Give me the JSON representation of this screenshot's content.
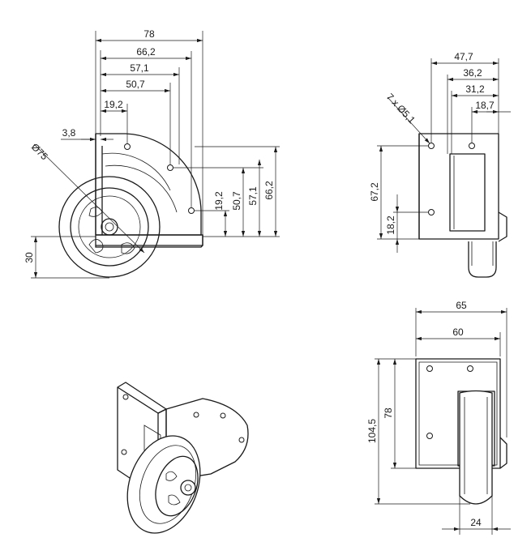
{
  "front_view": {
    "dims": {
      "d78": "78",
      "d66_2": "66,2",
      "d57_1": "57,1",
      "d50_7": "50,7",
      "d19_2": "19,2",
      "d3_8": "3,8",
      "wheel_dia": "Ø75",
      "d30": "30",
      "v19_2": "19,2",
      "v50_7": "50,7",
      "v57_1": "57,1",
      "v66_2": "66,2"
    }
  },
  "side_view": {
    "dims": {
      "d47_7": "47,7",
      "d36_2": "36,2",
      "d31_2": "31,2",
      "d18_7": "18,7",
      "holes": "7 x Ø5,1",
      "v67_2": "67,2",
      "v18_2": "18,2"
    }
  },
  "bottom_view": {
    "dims": {
      "d65": "65",
      "d60": "60",
      "v104_5": "104,5",
      "v78": "78",
      "d24": "24"
    }
  }
}
